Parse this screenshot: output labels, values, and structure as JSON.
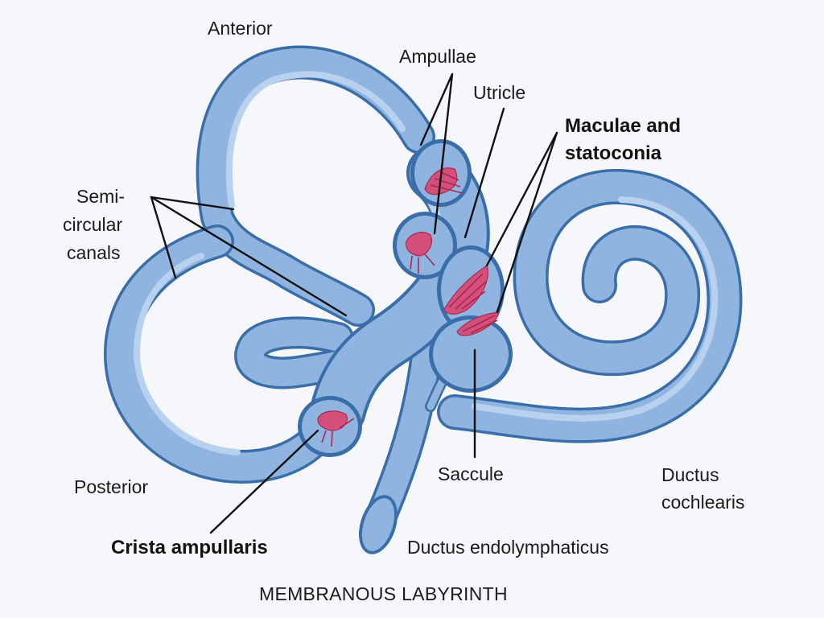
{
  "labels": {
    "anterior": "Anterior",
    "ampullae": "Ampullae",
    "utricle": "Utricle",
    "maculae_line1": "Maculae and",
    "maculae_line2": "statoconia",
    "semi_line1": "Semi-",
    "semi_line2": "circular",
    "semi_line3": "canals",
    "posterior": "Posterior",
    "crista": "Crista ampullaris",
    "saccule": "Saccule",
    "ductus_endo": "Ductus endolymphaticus",
    "ductus_coch_line1": "Ductus",
    "ductus_coch_line2": "cochlearis"
  },
  "caption": "MEMBRANOUS LABYRINTH",
  "colors": {
    "membrane_fill": "#8fb4e0",
    "membrane_outline": "#3a6ea8",
    "sensory_patch": "#d4507a",
    "background": "#f6f7fa"
  }
}
